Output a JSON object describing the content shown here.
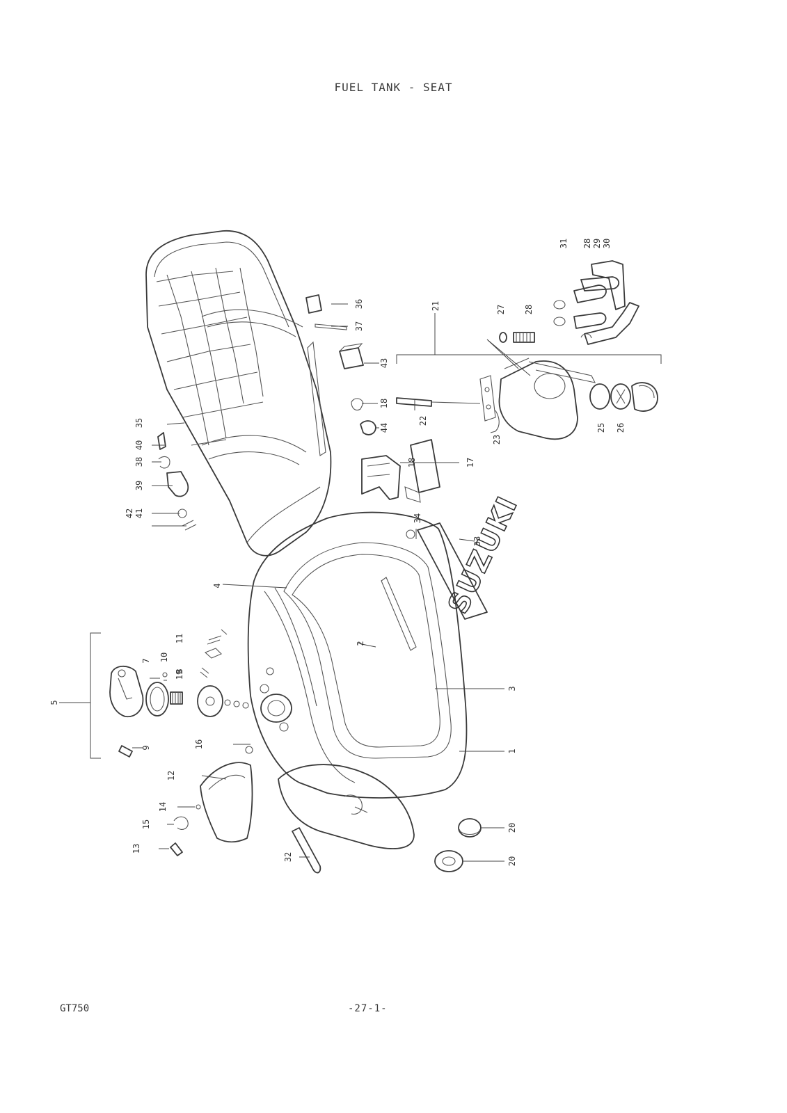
{
  "title": "FUEL TANK - SEAT",
  "footer": {
    "model": "GT750",
    "page": "-27-1-"
  },
  "logo": "SUZUKI",
  "callouts": [
    "1",
    "2",
    "3",
    "4",
    "5",
    "7",
    "8",
    "9",
    "10",
    "11",
    "12",
    "13",
    "14",
    "15",
    "16",
    "17",
    "18",
    "18",
    "19",
    "20",
    "20",
    "21",
    "22",
    "23",
    "25",
    "26",
    "27",
    "28",
    "28",
    "29",
    "30",
    "31",
    "32",
    "33",
    "34",
    "35",
    "36",
    "37",
    "38",
    "39",
    "40",
    "41",
    "42",
    "43",
    "44"
  ]
}
